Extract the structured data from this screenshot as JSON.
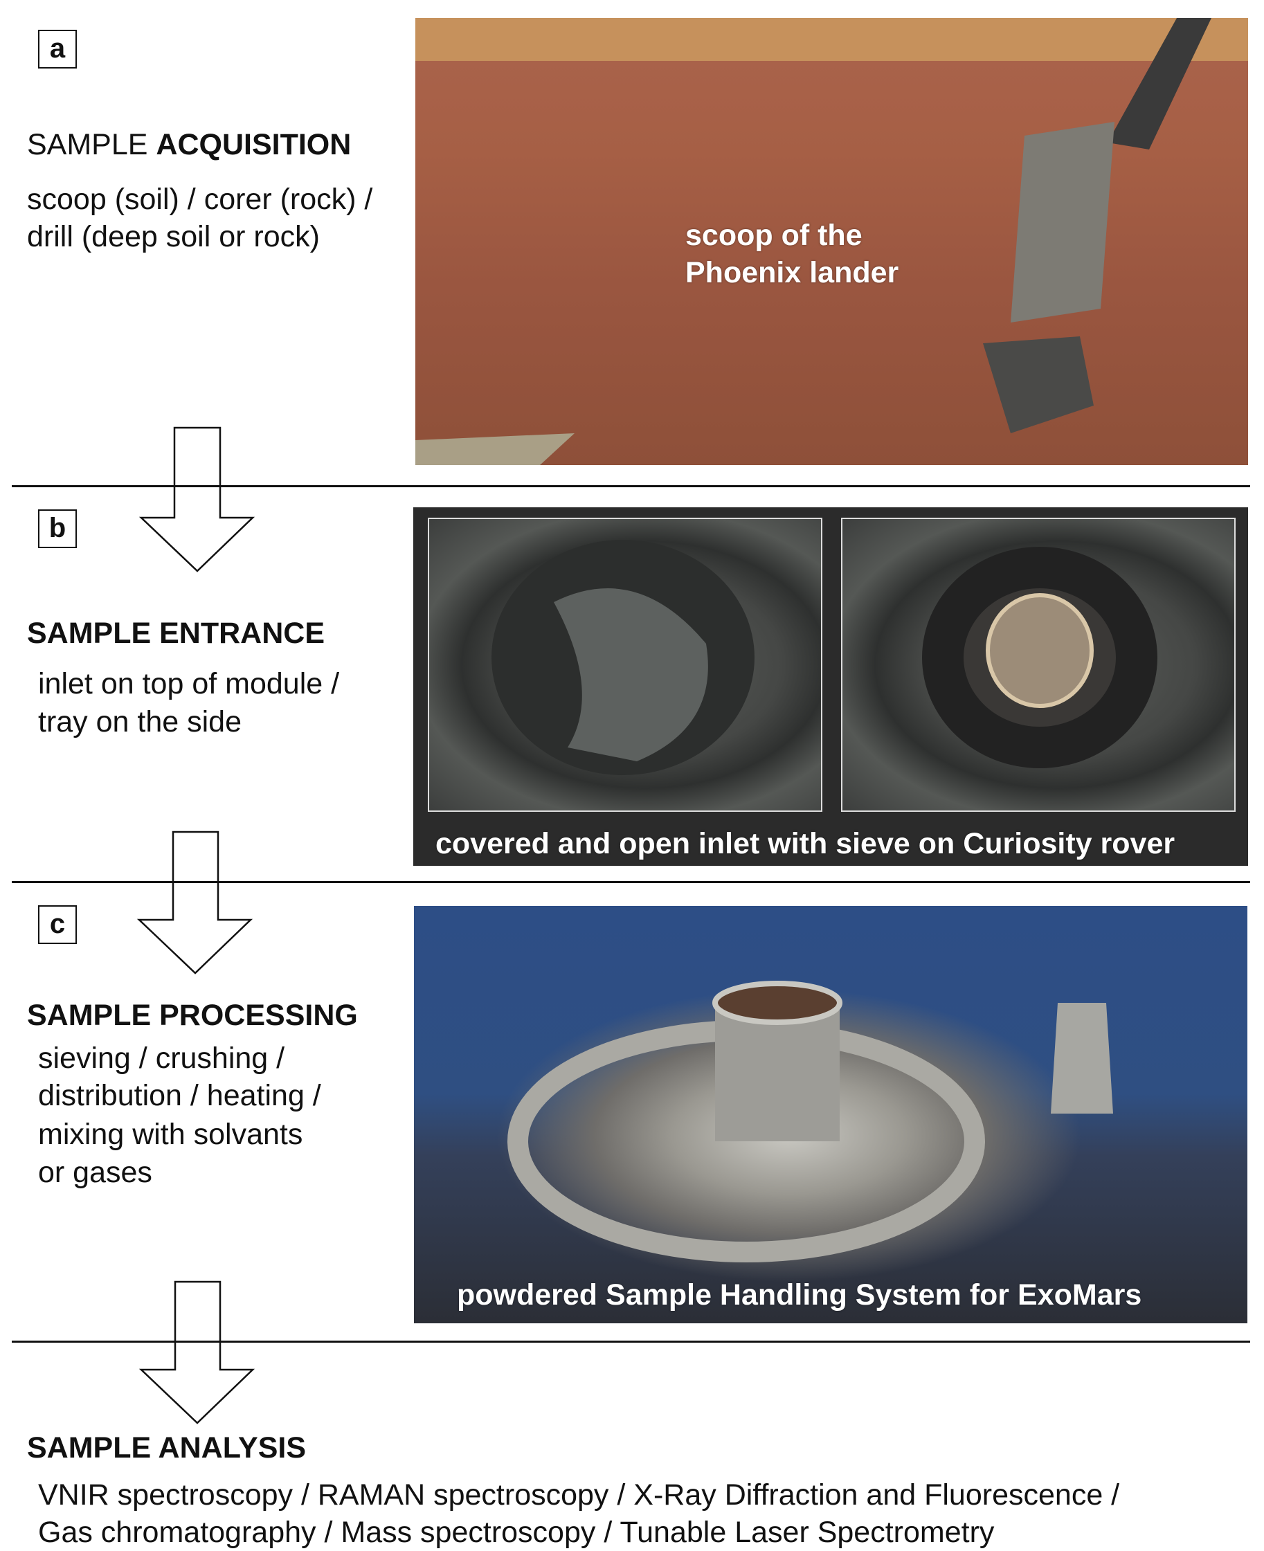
{
  "panels": [
    {
      "label": "a",
      "title_normal": "SAMPLE ",
      "title_bold": "ACQUISITION",
      "lines": [
        "scoop (soil) / corer (rock) /",
        "drill (deep soil or rock)"
      ],
      "caption": [
        "scoop of the",
        "Phoenix lander"
      ]
    },
    {
      "label": "b",
      "title_bold": "SAMPLE ENTRANCE",
      "lines": [
        "inlet on top of module /",
        "tray on the side"
      ],
      "caption": [
        "covered and open inlet with sieve on Curiosity rover"
      ]
    },
    {
      "label": "c",
      "title_bold": "SAMPLE PROCESSING",
      "lines": [
        "sieving / crushing /",
        "distribution / heating /",
        "mixing with solvants",
        "or gases"
      ],
      "caption": [
        "powdered Sample Handling System for ExoMars"
      ]
    },
    {
      "title_bold": "SAMPLE ANALYSIS",
      "lines": [
        "VNIR spectroscopy / RAMAN spectroscopy / X-Ray Diffraction and Fluorescence /",
        "Gas chromatography / Mass spectroscopy / Tunable Laser Spectrometry"
      ]
    }
  ]
}
